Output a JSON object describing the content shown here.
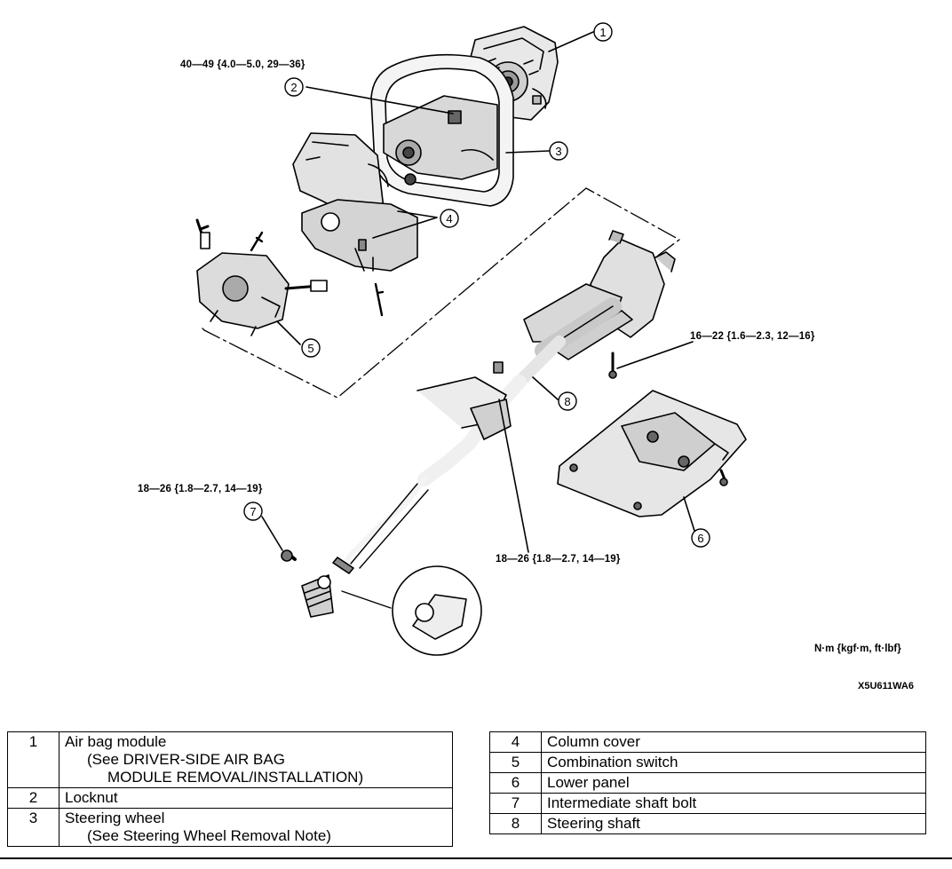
{
  "torque_specs": {
    "locknut": "40—49 {4.0—5.0, 29—36}",
    "column_bolt": "16—22 {1.6—2.3, 12—16}",
    "intermediate_shaft_bolt": "18—26 {1.8—2.7, 14—19}",
    "steering_shaft_bolt": "18—26 {1.8—2.7, 14—19}"
  },
  "units_note": "N·m {kgf·m, ft·lbf}",
  "figure_code": "X5U611WA6",
  "callouts": [
    "1",
    "2",
    "3",
    "4",
    "5",
    "6",
    "7",
    "8"
  ],
  "parts_table_left": [
    {
      "num": "1",
      "name": "Air bag module",
      "note": "(See DRIVER-SIDE AIR BAG",
      "note2": "MODULE REMOVAL/INSTALLATION)"
    },
    {
      "num": "2",
      "name": "Locknut",
      "note": "",
      "note2": ""
    },
    {
      "num": "3",
      "name": "Steering wheel",
      "note": "(See Steering Wheel Removal Note)",
      "note2": ""
    }
  ],
  "parts_table_right": [
    {
      "num": "4",
      "name": "Column cover"
    },
    {
      "num": "5",
      "name": "Combination switch"
    },
    {
      "num": "6",
      "name": "Lower panel"
    },
    {
      "num": "7",
      "name": "Intermediate shaft bolt"
    },
    {
      "num": "8",
      "name": "Steering shaft"
    }
  ]
}
